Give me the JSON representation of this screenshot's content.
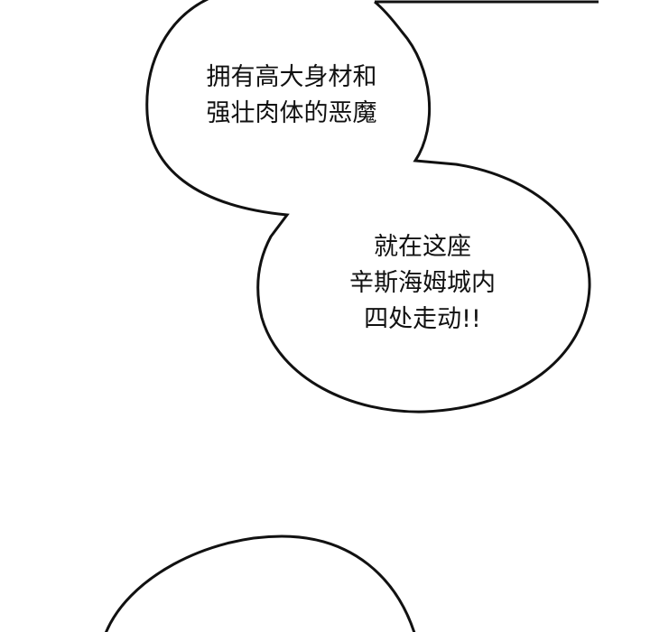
{
  "panel": {
    "background_color": "#ffffff",
    "outline_color": "#111111"
  },
  "bubbles": [
    {
      "id": "bubble-1",
      "lines": [
        "拥有高大身材和",
        "强壮肉体的恶魔"
      ]
    },
    {
      "id": "bubble-2",
      "lines": [
        "就在这座",
        "辛斯海姆城内",
        "四处走动!!"
      ]
    },
    {
      "id": "bubble-3",
      "lines": []
    }
  ]
}
